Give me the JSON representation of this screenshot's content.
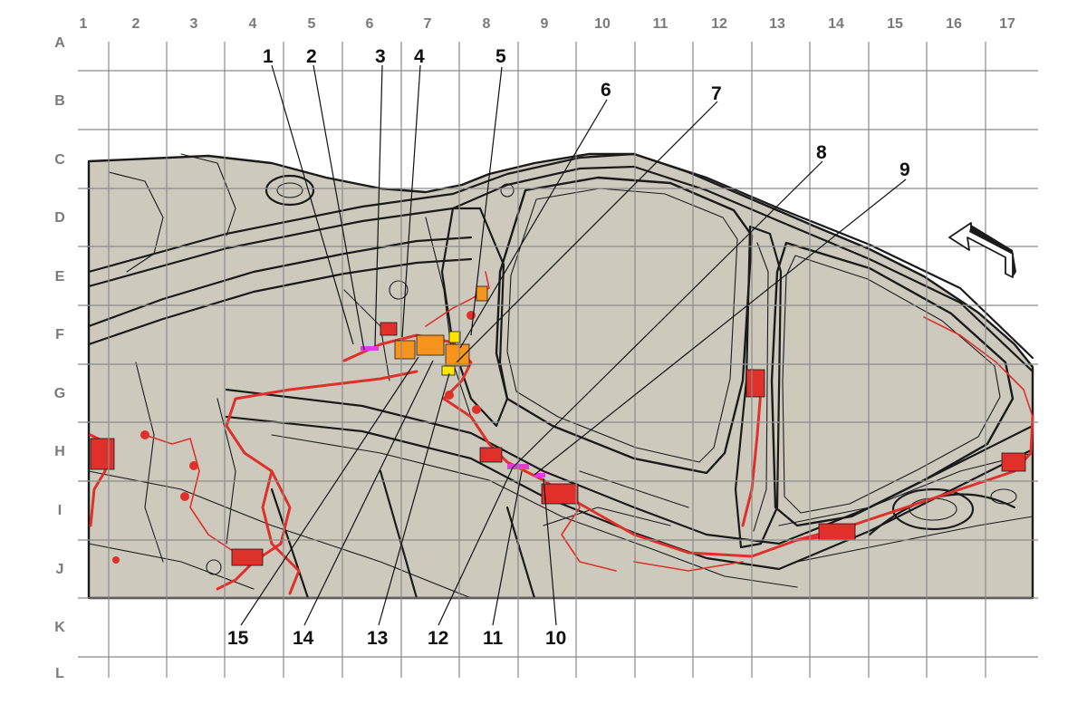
{
  "grid": {
    "columns": [
      "1",
      "2",
      "3",
      "4",
      "5",
      "6",
      "7",
      "8",
      "9",
      "10",
      "11",
      "12",
      "13",
      "14",
      "15",
      "16",
      "17"
    ],
    "rows": [
      "A",
      "B",
      "C",
      "D",
      "E",
      "F",
      "G",
      "H",
      "I",
      "J",
      "K",
      "L"
    ]
  },
  "callouts": [
    {
      "id": "1",
      "label": "1"
    },
    {
      "id": "2",
      "label": "2"
    },
    {
      "id": "3",
      "label": "3"
    },
    {
      "id": "4",
      "label": "4"
    },
    {
      "id": "5",
      "label": "5"
    },
    {
      "id": "6",
      "label": "6"
    },
    {
      "id": "7",
      "label": "7"
    },
    {
      "id": "8",
      "label": "8"
    },
    {
      "id": "9",
      "label": "9"
    },
    {
      "id": "10",
      "label": "10"
    },
    {
      "id": "11",
      "label": "11"
    },
    {
      "id": "12",
      "label": "12"
    },
    {
      "id": "13",
      "label": "13"
    },
    {
      "id": "14",
      "label": "14"
    },
    {
      "id": "15",
      "label": "15"
    }
  ],
  "colors": {
    "body_fill": "#cdcabd",
    "window_fill": "#cdcabd",
    "harness": "#e0302a",
    "connector_orange": "#f7941d",
    "connector_yellow": "#ffe600",
    "connector_magenta": "#e23ce0",
    "grid_line": "#8a8a8a",
    "grid_label": "#7a7a7a"
  },
  "icons": {
    "direction_arrow": "forward-arrow-icon"
  }
}
